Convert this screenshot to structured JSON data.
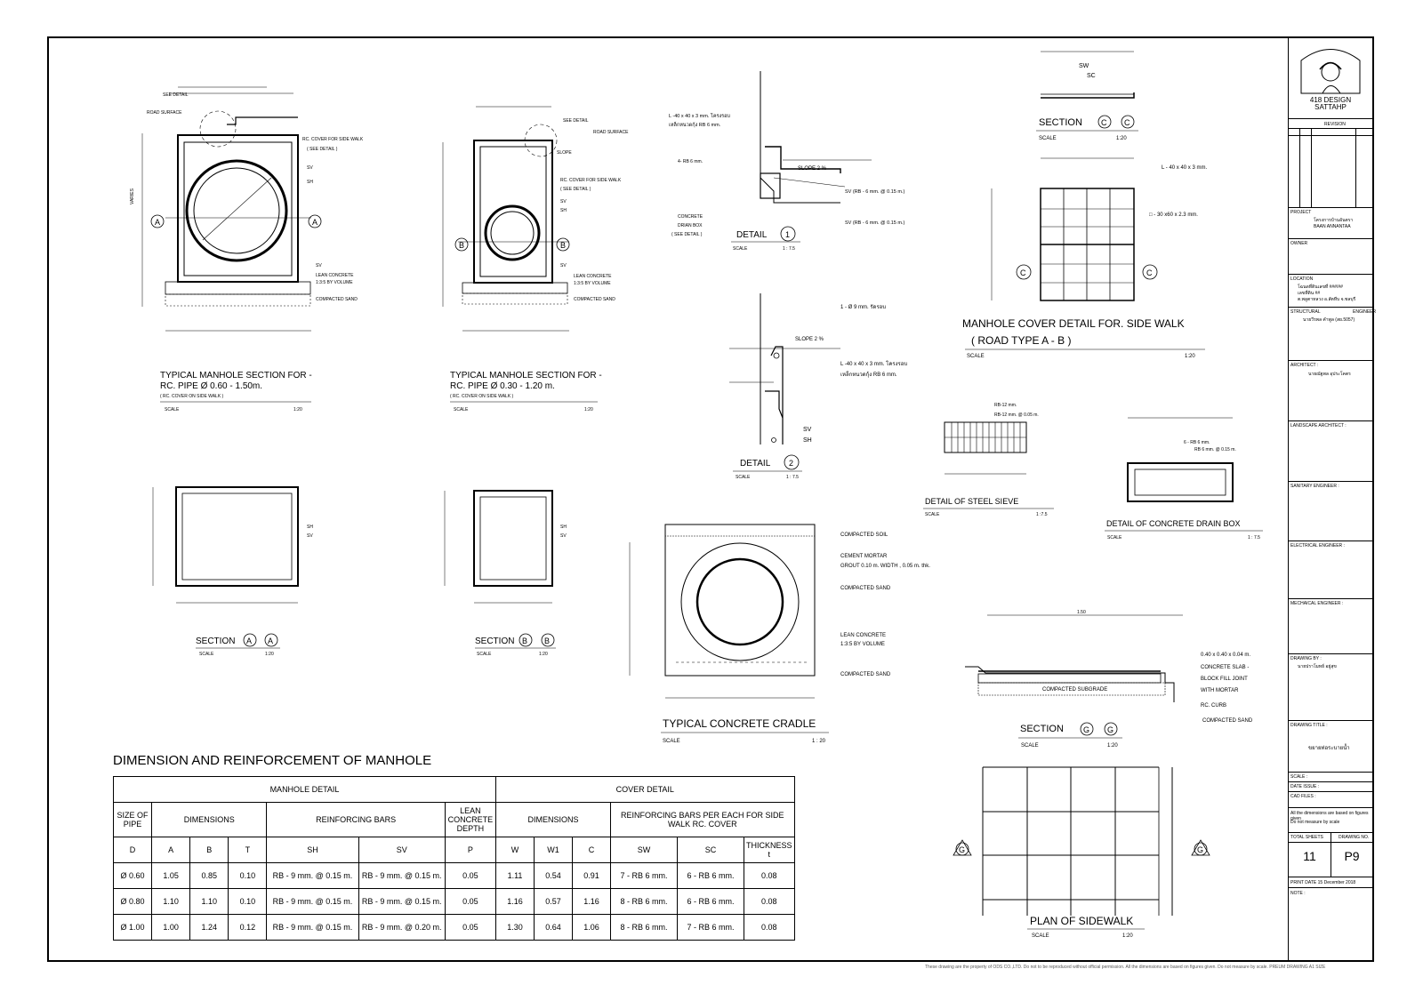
{
  "sheet": {
    "footer_note": "These drawing are the property of ODS CO.,LTD. Do not to be reproduced without official permission. All the dimensions are based on figures given. Do not measure by scale. PREUM DRAWING A1 SIZE"
  },
  "titles": {
    "typ_060_l1": "TYPICAL MANHOLE SECTION FOR -",
    "typ_060_l2": "RC. PIPE Ø 0.60 - 1.50m.",
    "typ_060_l3": "( RC. COVER ON SIDE WALK )",
    "typ_030_l1": "TYPICAL MANHOLE SECTION FOR -",
    "typ_030_l2": "RC. PIPE Ø 0.30 - 1.20 m.",
    "typ_030_l3": "( RC. COVER ON SIDE WALK )",
    "detail": "DETAIL",
    "section": "SECTION",
    "section_cc": "SECTION",
    "cover_l1": "MANHOLE COVER DETAIL FOR. SIDE WALK",
    "cover_l2": "( ROAD TYPE A - B )",
    "sieve": "DETAIL OF STEEL SIEVE",
    "drainbox": "DETAIL  OF CONCRETE DRAIN BOX",
    "cradle": "TYPICAL CONCRETE CRADLE",
    "section_g": "SECTION",
    "plan": "PLAN OF SIDEWALK",
    "dimension": "DIMENSION  AND  REINFORCEMENT  OF  MANHOLE"
  },
  "scales": {
    "label": "SCALE",
    "s20": "1:20",
    "s75": "1 : 7.5",
    "s75b": "1 : 7.5",
    "s20b": "1 : 20",
    "s75c": "1 :7.5"
  },
  "markers": {
    "a": "A",
    "b": "B",
    "c": "C",
    "g": "G",
    "one": "1",
    "two": "2"
  },
  "notes": {
    "see_detail_1": "SEE DETAIL",
    "road_surface": "ROAD SURFACE",
    "rc_cover_sw": "RC. COVER FOR SIDE WALK",
    "see_detail": "( SEE DETAIL )",
    "sv": "SV",
    "sh": "SH",
    "sc": "SC",
    "sw": "SW",
    "lean_concrete": "LEAN CONCRETE",
    "lean_mix": "1:3:5 BY VOLUME",
    "compacted_sand": "COMPACTED SAND",
    "see_detail_2": "SEE DETAIL",
    "slope": "SLOPE",
    "angle_note": "L -40 x 40 x 3 mm. โครงรอบ",
    "angle_note2": "เหล็กหนวดกุ้ง RB 6 mm.",
    "rb6": "4- RB 6 mm.",
    "slope2": "SLOPE 2 %",
    "sv_rb6": "SV (RB - 6 mm. @ 0.15 m.)",
    "concrete_drain_box": "CONCRETE",
    "concrete_drain_box2": "DRIAN BOX",
    "concrete_drain_box3": "( SEE DETAIL )",
    "phi9": "1 -  Ø 9 mm. รัดรอบ",
    "l40": "L - 40 x 40 x 3 mm.",
    "l30": "□ - 30 x60 x 2.3 mm.",
    "rb12": "RB-12 mm.",
    "rb12b": "RB-12 mm. @ 0.05 m.",
    "rb6a": "6 - RB 6 mm.",
    "rb6b": "RB 6 mm. @ 0.15 m.",
    "compacted_soil": "COMPACTED SOIL",
    "cement_mortar": "CEMENT MORTAR",
    "grout": "GROUT 0.10 m. WIDTH , 0.05 m. thk.",
    "slab": "0.40 x 0.40 x 0.04 m.",
    "slab2": "CONCRETE SLAB -",
    "slab3": "BLOCK FILL JOINT",
    "slab4": "WITH MORTAR",
    "rc_curb": "RC. CURB",
    "compacted_subgrade": "COMPACTED SUBGRADE",
    "varies": "VARIES",
    "dim_150": "1.50"
  },
  "table": {
    "manhole_detail": "MANHOLE DETAIL",
    "cover_detail": "COVER  DETAIL",
    "size_of_pipe": "SIZE OF PIPE",
    "dimensions": "DIMENSIONS",
    "reinforcing_bars": "REINFORCING BARS",
    "lean_depth": "LEAN CONCRETE DEPTH",
    "cover_dimensions": "DIMENSIONS",
    "cover_rebar": "REINFORCING  BARS  PER  EACH FOR SIDE WALK RC. COVER",
    "cols": [
      "D",
      "A",
      "B",
      "T",
      "SH",
      "SV",
      "P",
      "W",
      "W1",
      "C",
      "SW",
      "SC",
      "THICKNESS t"
    ],
    "rows": [
      [
        "Ø 0.60",
        "1.05",
        "0.85",
        "0.10",
        "RB - 9 mm. @ 0.15 m.",
        "RB - 9 mm. @ 0.15 m.",
        "0.05",
        "1.11",
        "0.54",
        "0.91",
        "7 - RB 6 mm.",
        "6 - RB 6 mm.",
        "0.08"
      ],
      [
        "Ø 0.80",
        "1.10",
        "1.10",
        "0.10",
        "RB - 9 mm. @ 0.15 m.",
        "RB - 9 mm. @ 0.15 m.",
        "0.05",
        "1.16",
        "0.57",
        "1.16",
        "8 - RB 6 mm.",
        "6 - RB 6 mm.",
        "0.08"
      ],
      [
        "Ø 1.00",
        "1.00",
        "1.24",
        "0.12",
        "RB - 9 mm. @ 0.15 m.",
        "RB - 9 mm. @ 0.20 m.",
        "0.05",
        "1.30",
        "0.64",
        "1.06",
        "8 - RB 6 mm.",
        "7 - RB 6 mm.",
        "0.08"
      ]
    ]
  },
  "titleblock": {
    "logo_l1": "418 DESIGN",
    "logo_l2": "SATTAHP",
    "revision": "REVISION",
    "project": "PROJECT",
    "project_th": "โครงการบ้านอันตรา",
    "project_en": "BAAN  ANNANTAA",
    "owner": "OWNER",
    "location": "LOCATION",
    "loc1": "โฉนดที่ดินเลขที่ ###/##",
    "loc2": "เลขที่ดิน ##",
    "loc3": "ต.พลูตาหลวง อ.สัตหีบ จ.ชลบุรี",
    "structural": "STRUCTURAL",
    "engineer": "ENGINEER",
    "struct_name": "นายวีรพล คำพูล (สย.5057)",
    "architect": "ARCHITECT :",
    "arch_name": "นายณัฐพล อุประโคตร",
    "landscape": "LANDSCAPE  ARCHITECT :",
    "sanitary": "SANITARY  ENGINEER :",
    "electrical": "ELECTRICAL  ENGINEER :",
    "mechanical": "MECHAICAL  ENGINEER :",
    "drawing_by": "DRAWING BY :",
    "drawing_by_name": "นายปราโมทย์ อยู่สุข",
    "drawing_title": "DRAWING TITLE :",
    "drawing_title_th": "ขยายท่อระบายน้ำ",
    "scale": "SCALE :",
    "date_issue": "DATE  ISSUE :",
    "cad_files": "CAD  FILES :",
    "note1": "All the dimensions are based on figures given",
    "note2": "Do not measure by scale",
    "total_sheets": "TOTAL SHEETS",
    "drawing_no": "DRAWING NO.",
    "sheets_val": "11",
    "no_val": "P9",
    "print_date": "PRINT DATE  15 December 2018",
    "note": "NOTE :"
  }
}
